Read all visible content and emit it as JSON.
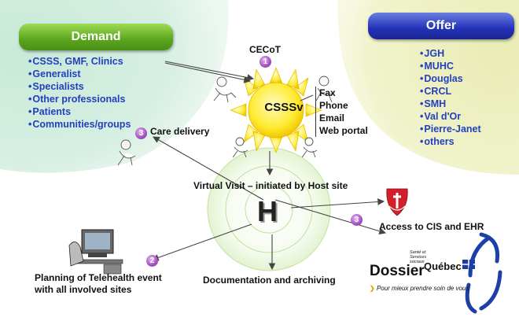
{
  "demand": {
    "title": "Demand",
    "items": [
      "CSSS, GMF, Clinics",
      "Generalist",
      "Specialists",
      "Other professionals",
      "Patients",
      "Communities/groups"
    ]
  },
  "offer": {
    "title": "Offer",
    "items": [
      "JGH",
      "MUHC",
      "Douglas",
      "CRCL",
      "SMH",
      "Val d'Or",
      "Pierre-Janet",
      "others"
    ]
  },
  "center": {
    "cecot": "CECoT",
    "csssv": "CSSSv",
    "contact_modes": [
      "Fax",
      "Phone",
      "Email",
      "Web portal"
    ]
  },
  "steps": {
    "badge_1": "1",
    "badge_2": "2",
    "badge_3a": "3",
    "badge_3b": "3",
    "care_delivery": "Care delivery",
    "virtual_visit": "Virtual Visit – initiated by Host site",
    "hospital_logo": "H",
    "access": "Access to CIS and EHR",
    "documentation": "Documentation and archiving",
    "planning_line1": "Planning of Telehealth event",
    "planning_line2": "with all involved sites"
  },
  "logos": {
    "dossier": "Dossier",
    "dossier_tagline": "Pour mieux prendre soin de vous",
    "sante": "Santé et Services sociaux",
    "quebec": "Québec"
  },
  "colors": {
    "demand_green": "#5aa51e",
    "offer_blue": "#2332b8",
    "list_blue": "#2340c0",
    "sun_yellow": "#ffe000",
    "badge_purple": "#a24fc0"
  }
}
